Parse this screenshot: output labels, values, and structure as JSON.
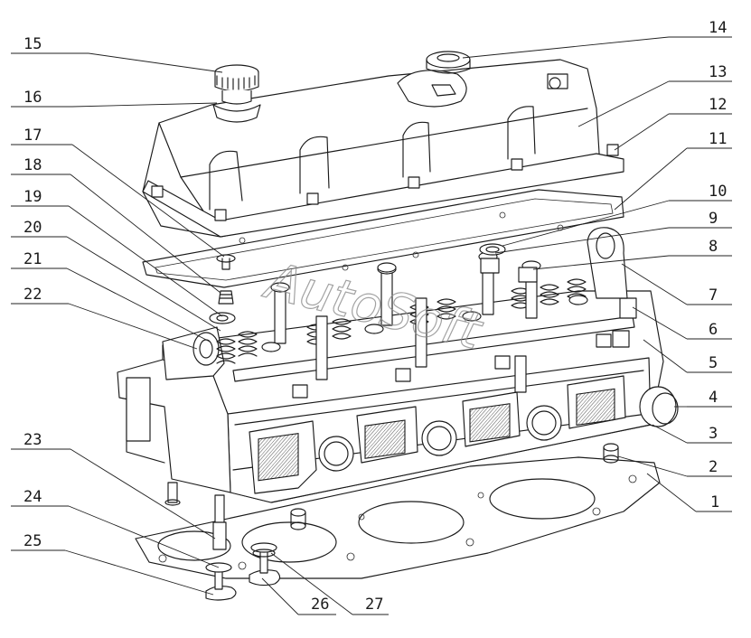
{
  "watermark": "AutoSoft",
  "callouts": [
    {
      "id": "15",
      "label": "15"
    },
    {
      "id": "16",
      "label": "16"
    },
    {
      "id": "17",
      "label": "17"
    },
    {
      "id": "18",
      "label": "18"
    },
    {
      "id": "19",
      "label": "19"
    },
    {
      "id": "20",
      "label": "20"
    },
    {
      "id": "21",
      "label": "21"
    },
    {
      "id": "22",
      "label": "22"
    },
    {
      "id": "23",
      "label": "23"
    },
    {
      "id": "24",
      "label": "24"
    },
    {
      "id": "25",
      "label": "25"
    },
    {
      "id": "26",
      "label": "26"
    },
    {
      "id": "27",
      "label": "27"
    },
    {
      "id": "14",
      "label": "14"
    },
    {
      "id": "13",
      "label": "13"
    },
    {
      "id": "12",
      "label": "12"
    },
    {
      "id": "11",
      "label": "11"
    },
    {
      "id": "10",
      "label": "10"
    },
    {
      "id": "9",
      "label": "9"
    },
    {
      "id": "8",
      "label": "8"
    },
    {
      "id": "7",
      "label": "7"
    },
    {
      "id": "6",
      "label": "6"
    },
    {
      "id": "5",
      "label": "5"
    },
    {
      "id": "4",
      "label": "4"
    },
    {
      "id": "3",
      "label": "3"
    },
    {
      "id": "2",
      "label": "2"
    },
    {
      "id": "1",
      "label": "1"
    }
  ],
  "colors": {
    "line": "#1a1a1a",
    "watermark": "#8c8c8c",
    "background": "#ffffff"
  }
}
